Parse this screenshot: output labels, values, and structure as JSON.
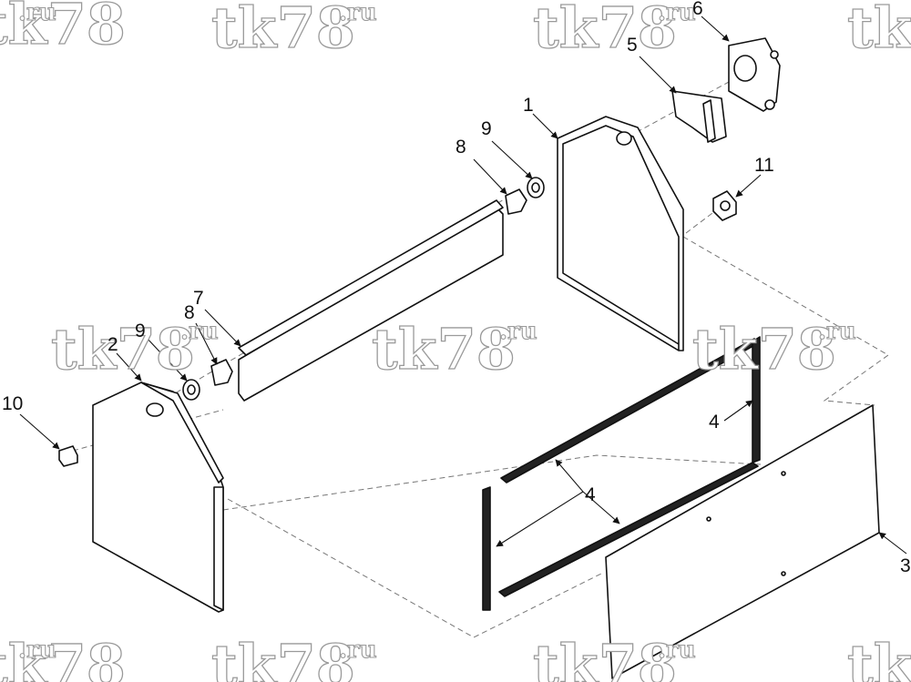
{
  "watermark": {
    "main": "tk78",
    "suffix": ".ru"
  },
  "callouts": [
    {
      "id": "1",
      "label": "1"
    },
    {
      "id": "2",
      "label": "2"
    },
    {
      "id": "3",
      "label": "3"
    },
    {
      "id": "4a",
      "label": "4"
    },
    {
      "id": "4b",
      "label": "4"
    },
    {
      "id": "5",
      "label": "5"
    },
    {
      "id": "6",
      "label": "6"
    },
    {
      "id": "7",
      "label": "7"
    },
    {
      "id": "8a",
      "label": "8"
    },
    {
      "id": "8b",
      "label": "8"
    },
    {
      "id": "9a",
      "label": "9"
    },
    {
      "id": "9b",
      "label": "9"
    },
    {
      "id": "10",
      "label": "10"
    },
    {
      "id": "11",
      "label": "11"
    }
  ]
}
